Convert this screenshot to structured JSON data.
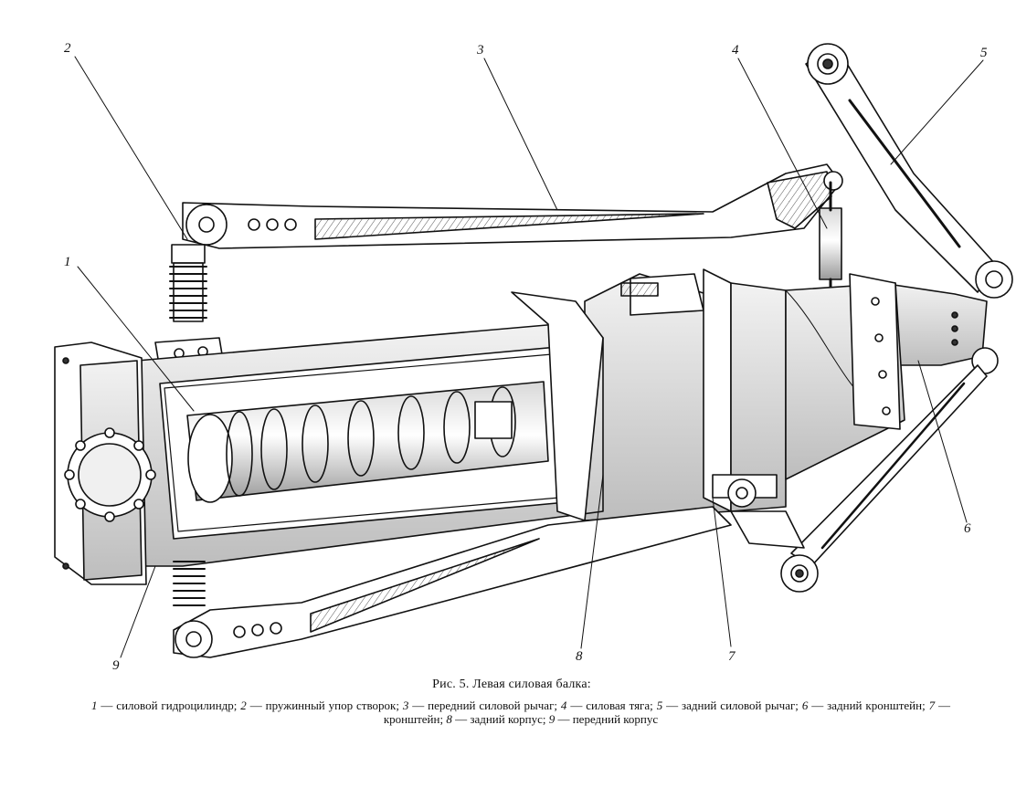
{
  "figure": {
    "callouts": [
      {
        "id": "1",
        "label": "1"
      },
      {
        "id": "2",
        "label": "2"
      },
      {
        "id": "3",
        "label": "3"
      },
      {
        "id": "4",
        "label": "4"
      },
      {
        "id": "5",
        "label": "5"
      },
      {
        "id": "6",
        "label": "6"
      },
      {
        "id": "7",
        "label": "7"
      },
      {
        "id": "8",
        "label": "8"
      },
      {
        "id": "9",
        "label": "9"
      }
    ]
  },
  "caption": {
    "title": "Рис. 5. Левая силовая балка:",
    "legend": [
      {
        "num": "1",
        "text": " — силовой гидроцилиндр; "
      },
      {
        "num": "2",
        "text": " — пружинный упор створок; "
      },
      {
        "num": "3",
        "text": " — передний силовой рычаг; "
      },
      {
        "num": "4",
        "text": " — силовая тяга; "
      },
      {
        "num": "5",
        "text": " — задний силовой рычаг; "
      },
      {
        "num": "6",
        "text": " — задний кронштейн; "
      },
      {
        "num": "7",
        "text": " — кронштейн; "
      },
      {
        "num": "8",
        "text": " — задний корпус; "
      },
      {
        "num": "9",
        "text": " — передний корпус"
      }
    ]
  }
}
